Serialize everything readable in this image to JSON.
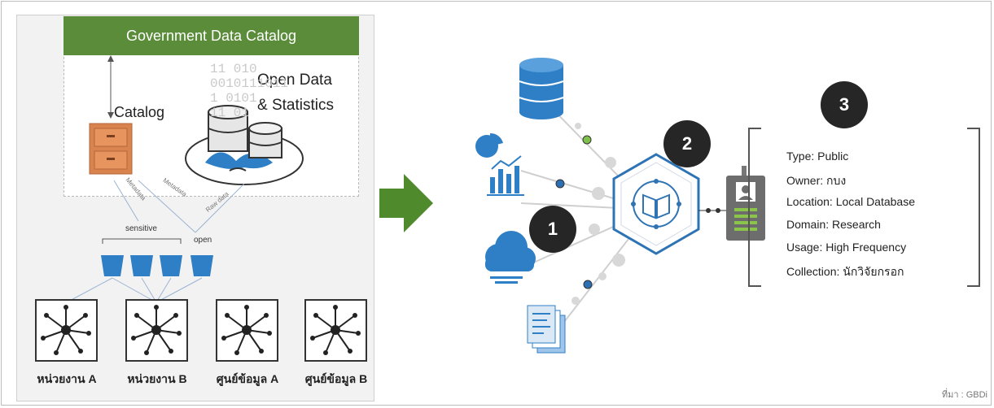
{
  "left": {
    "catalog_title": "Government Data Catalog",
    "catalog_label": "Catalog",
    "open_data_line1": "Open Data",
    "open_data_line2": "& Statistics",
    "binary_rows": [
      "11  010",
      "0010111011",
      "1       0101",
      "11           01"
    ],
    "metadata_label_1": "Metadata",
    "metadata_label_2": "Metadata",
    "raw_data_label": "Raw data",
    "sensitive_label": "sensitive",
    "open_label": "open",
    "agencies": [
      {
        "label": "หน่วยงาน A"
      },
      {
        "label": "หน่วยงาน B"
      },
      {
        "label": "ศูนย์ข้อมูล A"
      },
      {
        "label": "ศูนย์ข้อมูล B"
      }
    ]
  },
  "right": {
    "badges": [
      "1",
      "2",
      "3"
    ],
    "metadata_lines": [
      "Type: Public",
      "Owner: กบง",
      "Location: Local Database",
      "Domain: Research",
      "Usage: High Frequency",
      "Collection: นักวิจัยกรอก"
    ],
    "source_label": "ที่มา :  GBDi"
  },
  "colors": {
    "green_bar": "#5a8c3a",
    "arrow_green": "#4f8a2c",
    "blue": "#2f7fc6",
    "hex_blue": "#2e74b5",
    "dot_green": "#7ec14a",
    "dot_blue": "#2d6fb3",
    "cabinet": "#d9834e"
  }
}
